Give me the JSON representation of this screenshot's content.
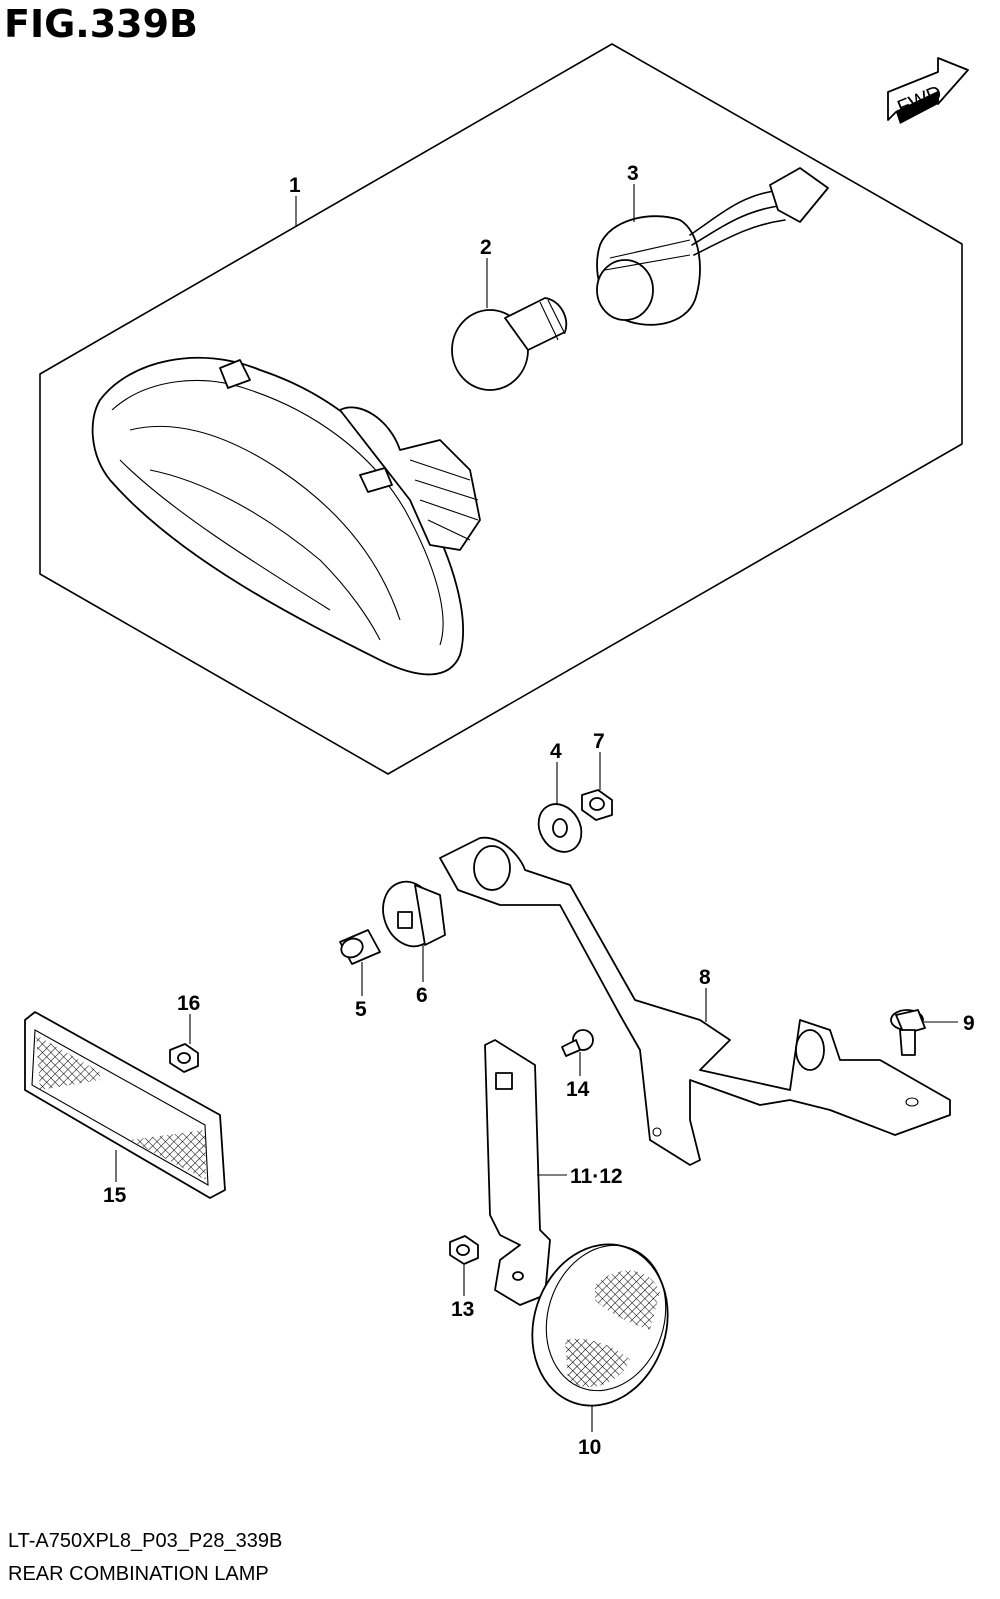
{
  "figure": {
    "title": "FIG.339B",
    "direction_label": "FWD",
    "model_code": "LT-A750XPL8_P03_P28_339B",
    "assembly_name": "REAR COMBINATION LAMP"
  },
  "callouts": [
    {
      "id": "1",
      "label": "1"
    },
    {
      "id": "2",
      "label": "2"
    },
    {
      "id": "3",
      "label": "3"
    },
    {
      "id": "4",
      "label": "4"
    },
    {
      "id": "5",
      "label": "5"
    },
    {
      "id": "6",
      "label": "6"
    },
    {
      "id": "7",
      "label": "7"
    },
    {
      "id": "8",
      "label": "8"
    },
    {
      "id": "9",
      "label": "9"
    },
    {
      "id": "10",
      "label": "10"
    },
    {
      "id": "11-12",
      "label": "11·12"
    },
    {
      "id": "13",
      "label": "13"
    },
    {
      "id": "14",
      "label": "14"
    },
    {
      "id": "15",
      "label": "15"
    },
    {
      "id": "16",
      "label": "16"
    }
  ]
}
